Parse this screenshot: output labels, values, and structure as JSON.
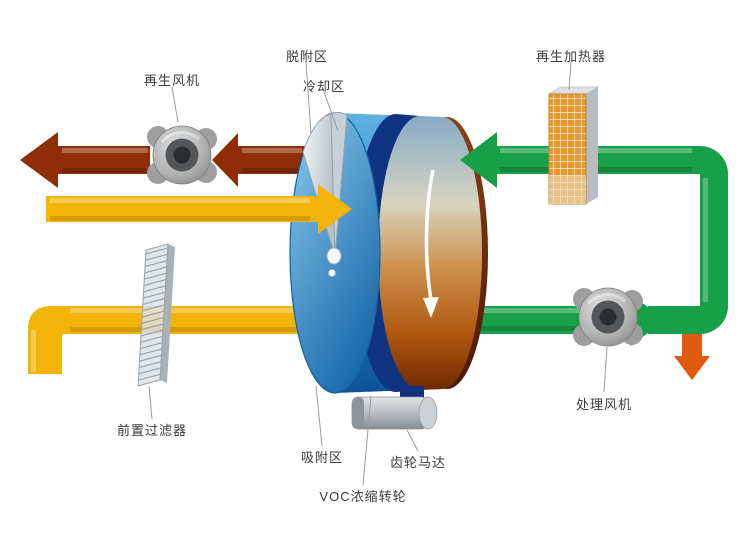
{
  "labels": {
    "regen_fan": "再生风机",
    "desorption_zone": "脱附区",
    "cooling_zone": "冷却区",
    "regen_heater": "再生加热器",
    "pre_filter": "前置过滤器",
    "adsorption_zone": "吸附区",
    "gear_motor": "齿轮马达",
    "voc_rotor": "VOC浓缩转轮",
    "process_fan": "处理风机"
  },
  "colors": {
    "exhaust_brown": "#8f2e06",
    "intake_yellow": "#f3b40a",
    "clean_green": "#18a049",
    "outlet_orange": "#e05a10",
    "rotor_blue": "#2e86c3",
    "rotor_band_navy": "#10337f",
    "rotor_adsorb_orange": "#b0560e",
    "metal_gray": "#b0b0b0"
  }
}
